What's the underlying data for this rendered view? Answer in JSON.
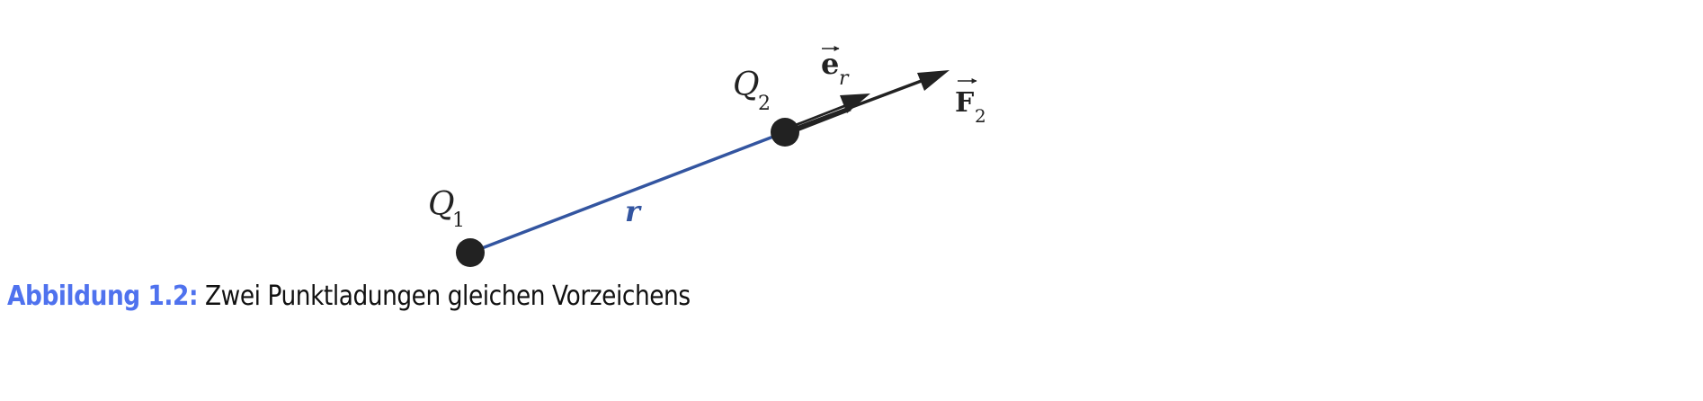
{
  "diagram": {
    "charges": [
      {
        "symbol": "Q",
        "subscript": "1"
      },
      {
        "symbol": "Q",
        "subscript": "2"
      }
    ],
    "distance_label": "r",
    "unit_vector": {
      "symbol": "e",
      "subscript": "r"
    },
    "force": {
      "symbol": "F",
      "subscript": "2"
    },
    "colors": {
      "distance": "#3355a0",
      "ink": "#222222",
      "caption_label": "#4f72ee"
    }
  },
  "caption": {
    "label": "Abbildung 1.2:",
    "text": "Zwei Punktladungen gleichen Vorzeichens"
  }
}
